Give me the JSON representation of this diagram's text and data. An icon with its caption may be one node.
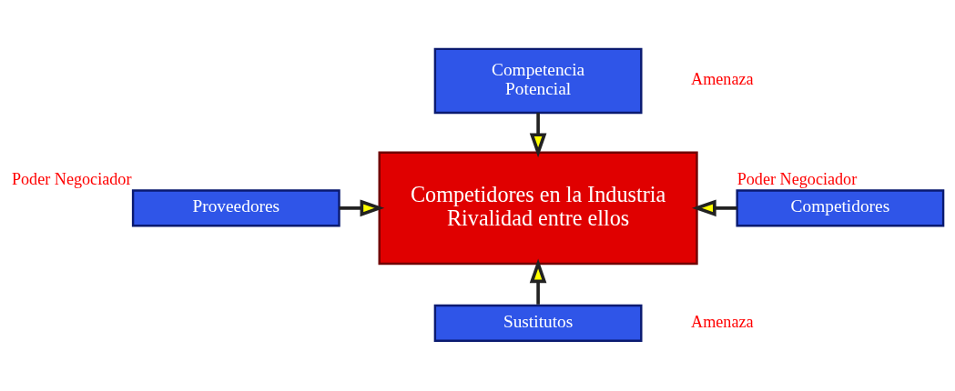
{
  "diagram": {
    "nodes": [
      {
        "text": [
          "Competencia Potencial"
        ],
        "beside": [
          "Amenaza"
        ]
      },
      {
        "text": [
          "Proveedores"
        ],
        "beside": [
          "Poder Negociador"
        ]
      },
      {
        "text": [
          "Competidores en la Industria Rivalidad entre ellos"
        ]
      },
      {
        "text": [
          "Competidores"
        ],
        "beside": [
          "Poder Negociador"
        ]
      },
      {
        "text": [
          "Sustitutos"
        ],
        "beside": [
          "Amenaza"
        ]
      }
    ],
    "edges": [
      {
        "from": 0,
        "to": 2,
        "arrow": "to"
      },
      {
        "from": 1,
        "to": 2,
        "arrow": "to"
      },
      {
        "from": 3,
        "to": 2,
        "arrow": "to"
      },
      {
        "from": 4,
        "to": 2,
        "arrow": "to"
      }
    ]
  }
}
